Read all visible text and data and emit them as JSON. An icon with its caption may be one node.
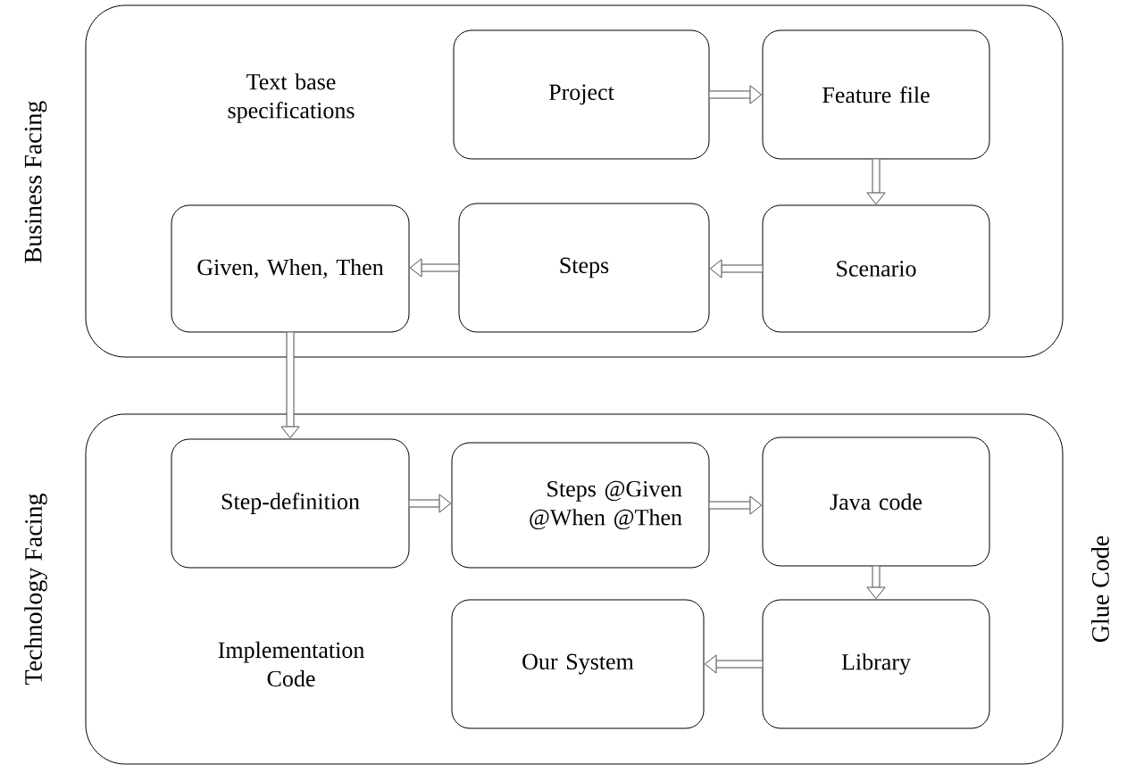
{
  "diagram": {
    "nodes": [
      {
        "text": [
          "Business Facing",
          "Text base specifications"
        ]
      },
      {
        "text": [
          "Project"
        ],
        "in": 0
      },
      {
        "text": [
          "Feature file"
        ],
        "in": 0
      },
      {
        "text": [
          "Given, When, Then"
        ],
        "in": 0
      },
      {
        "text": [
          "Steps"
        ],
        "in": 0
      },
      {
        "text": [
          "Scenario"
        ],
        "in": 0
      },
      {
        "text": [
          "Technology Facing",
          "Implementation Code"
        ]
      },
      {
        "text": [
          "Step-definition"
        ],
        "in": 6
      },
      {
        "text": [
          "Steps @Given @When @Then"
        ],
        "in": 6
      },
      {
        "text": [
          "Java code"
        ],
        "in": 6
      },
      {
        "text": [
          "Our System"
        ],
        "in": 6
      },
      {
        "text": [
          "Library"
        ],
        "in": 6
      }
    ],
    "edges": [
      {
        "from": 1,
        "to": 2,
        "arrow": "to"
      },
      {
        "from": 2,
        "to": 5,
        "arrow": "to"
      },
      {
        "from": 5,
        "to": 4,
        "arrow": "to"
      },
      {
        "from": 4,
        "to": 3,
        "arrow": "to"
      },
      {
        "from": 3,
        "to": 7,
        "arrow": "to"
      },
      {
        "from": 7,
        "to": 8,
        "arrow": "to"
      },
      {
        "from": 8,
        "to": 9,
        "arrow": "to"
      },
      {
        "from": 9,
        "to": 11,
        "arrow": "to"
      },
      {
        "from": 11,
        "to": 10,
        "arrow": "to"
      }
    ],
    "labels": [
      "Glue Code"
    ]
  }
}
